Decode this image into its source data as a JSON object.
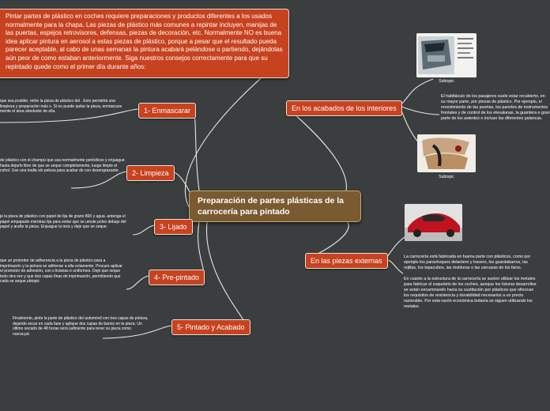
{
  "intro_text": "Pintar partes de plástico en coches requiere preparaciones y productos diferentes a los usados normalmente para la chapa. Las piezas de plástico más comunes a repintar incluyen, manijas de las puertas, espejos retrovisores, defensas, piezas de decoración, etc. Normalmente NO es buena idea aplicar pintura en aerosol a estas piezas de plástico, porque a pesar que el resultado pueda parecer aceptable, al cabo de unas semanas la pintura acabará pelándose o partiendo, dejándolas aún peor de como estaban anteriormente. Siga nuestros consejos correctamente para que su repintado quede como el primer día durante años:",
  "central_title": "Preparación de partes plásticas de la carrocería para pintado",
  "left_branches": [
    {
      "label": "1- Enmascarar",
      "note": "que sea posible, retire la pieza de plástico del . Esto permitirá una limpieza y preparación más s. Si no puede quitar la pieza, enmascare mente el área alrededor de ella."
    },
    {
      "label": "2- Limpieza",
      "note": "de plástico con el champú que usa normalmente periódicos y enjuague hasta dejarlo libre de que se seque completamente, luego limpie el cohol. Use una toalla sin pelusa para acabar de con desengrasante."
    },
    {
      "label": "3- Lijado",
      "note": "je la pieza de plástico con papel de lija de grano 800 y agua. antenga el papel empapado mientras lija para evitar que se umule polvo debajo del papel y arañe la pieza. Enjuague la ieza y deje que se seque."
    },
    {
      "label": "4- Pre-pintado",
      "note": "que un promotor de adherencia a la pieza de plástico para a imprimación y la pintura se adhieran a ella ectamente. Procure aplicar el promotor de adhesión, con s livianas e uniformes. Deje que seque todo otra vez y que dos capas finas de imprimación, permitiendo que cada se seque.ubtopic"
    },
    {
      "label": "5- Pintado y Acabado",
      "note": "Finalmente, pinte la parte de plástico del automóvil con tres capas de pintura, dejando secar en cada fase y aplique dos capas de barniz en la pieza. Un último secado de 48 horas será suficiente para tener su pieza como nueva.pic"
    }
  ],
  "right_branches": [
    {
      "label": "En los acabados de los interiores",
      "note": "El habitáculo de los pasajeros suele estar recubierto, en su mayor parte, por piezas de plástico. Por ejemplo, el revestimiento de las puertas, los paneles de instrumentos frontales y de control de los elevalunas, la guantera o gran parte de los asientos o incluso las diferentes palancas.",
      "subtopics": [
        "Subtopic",
        "Subtopic"
      ]
    },
    {
      "label": "En las piezas externas",
      "note": "La carrocería está fabricada en buena parte con plásticos, como por ejemplo los parachoques delantero y trasero, los guardabarros, las rejillas, los tapacubos, las molduras o las carcasas de los faros.\n\nEn cuanto a la estructura de la carrocería se suelen utilizar los metales para fabricar el esqueleto de los coches, aunque los futuros desarrollos se están encaminando hacia su sustitución por plásticos que ofrezcan los requisitos de resistencia y durabilidad necesarios a un precio razonable. Por esta razón económica todavía se siguen utilizando los metales."
    }
  ],
  "colors": {
    "background": "#3b3e3f",
    "node": "#c7421f",
    "central": "#7a5a30",
    "line": "#e6e6e6"
  },
  "icons": [
    "car-door-interior-image",
    "car-seat-image",
    "red-car-image"
  ]
}
